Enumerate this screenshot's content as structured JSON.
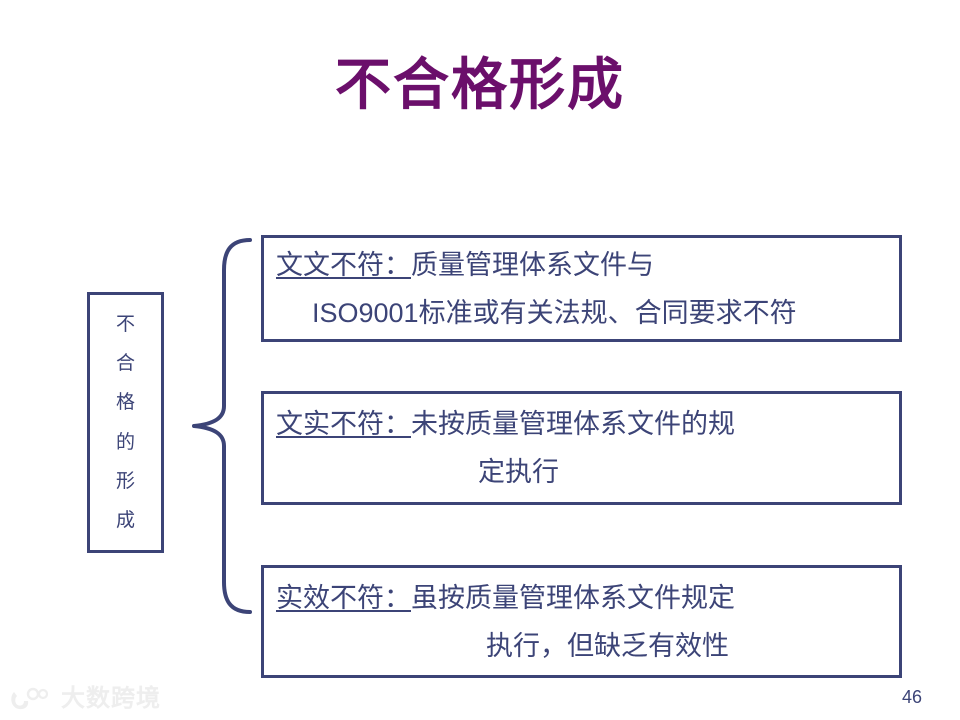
{
  "slide": {
    "title": "不合格形成",
    "page_number": "46",
    "title_color": "#6b0f6b",
    "accent_color": "#3c4477"
  },
  "vertical_label": {
    "name": "不合格的形成",
    "chars": [
      "不",
      "合",
      "格",
      "的",
      "形",
      "成"
    ]
  },
  "brace": {
    "icon": "curly-brace-icon"
  },
  "boxes": [
    {
      "keyword": "文文不符",
      "separator": "：",
      "line1_rest": "质量管理体系文件与",
      "line2_latin": "ISO9001",
      "line2_rest": "标准或有关法规、合同要求不符"
    },
    {
      "keyword": "文实不符",
      "separator": "：",
      "line1_rest": "未按质量管理体系文件的规",
      "line2_latin": "",
      "line2_rest": "定执行"
    },
    {
      "keyword": "实效不符",
      "separator": "：",
      "line1_rest": "虽按质量管理体系文件规定",
      "line2_latin": "",
      "line2_rest": "执行，但缺乏有效性"
    }
  ],
  "watermark": {
    "text": "大数跨境",
    "icon": "watermark-logo-icon"
  }
}
